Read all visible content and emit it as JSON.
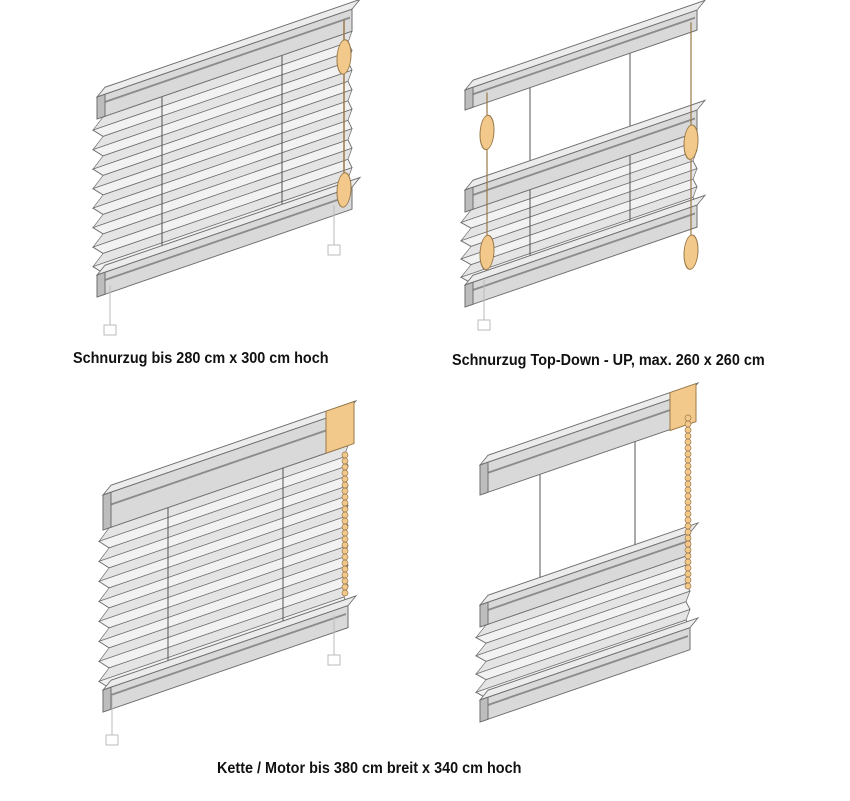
{
  "captions": {
    "cord_standard": "Schnurzug bis 280 cm x 300 cm hoch",
    "cord_top_down": "Schnurzug Top-Down - UP, max. 260 x 260 cm",
    "chain_motor": "Kette / Motor bis 380 cm breit x 340 cm hoch"
  },
  "colors": {
    "rail": "#d9d9d9",
    "rail_dark": "#8c8c8c",
    "fabric": "#e4e4e4",
    "fabric_light": "#f2f2f2",
    "outline": "#6e6e6e",
    "handle": "#f3c98b",
    "handle_edge": "#9a7a4a"
  }
}
